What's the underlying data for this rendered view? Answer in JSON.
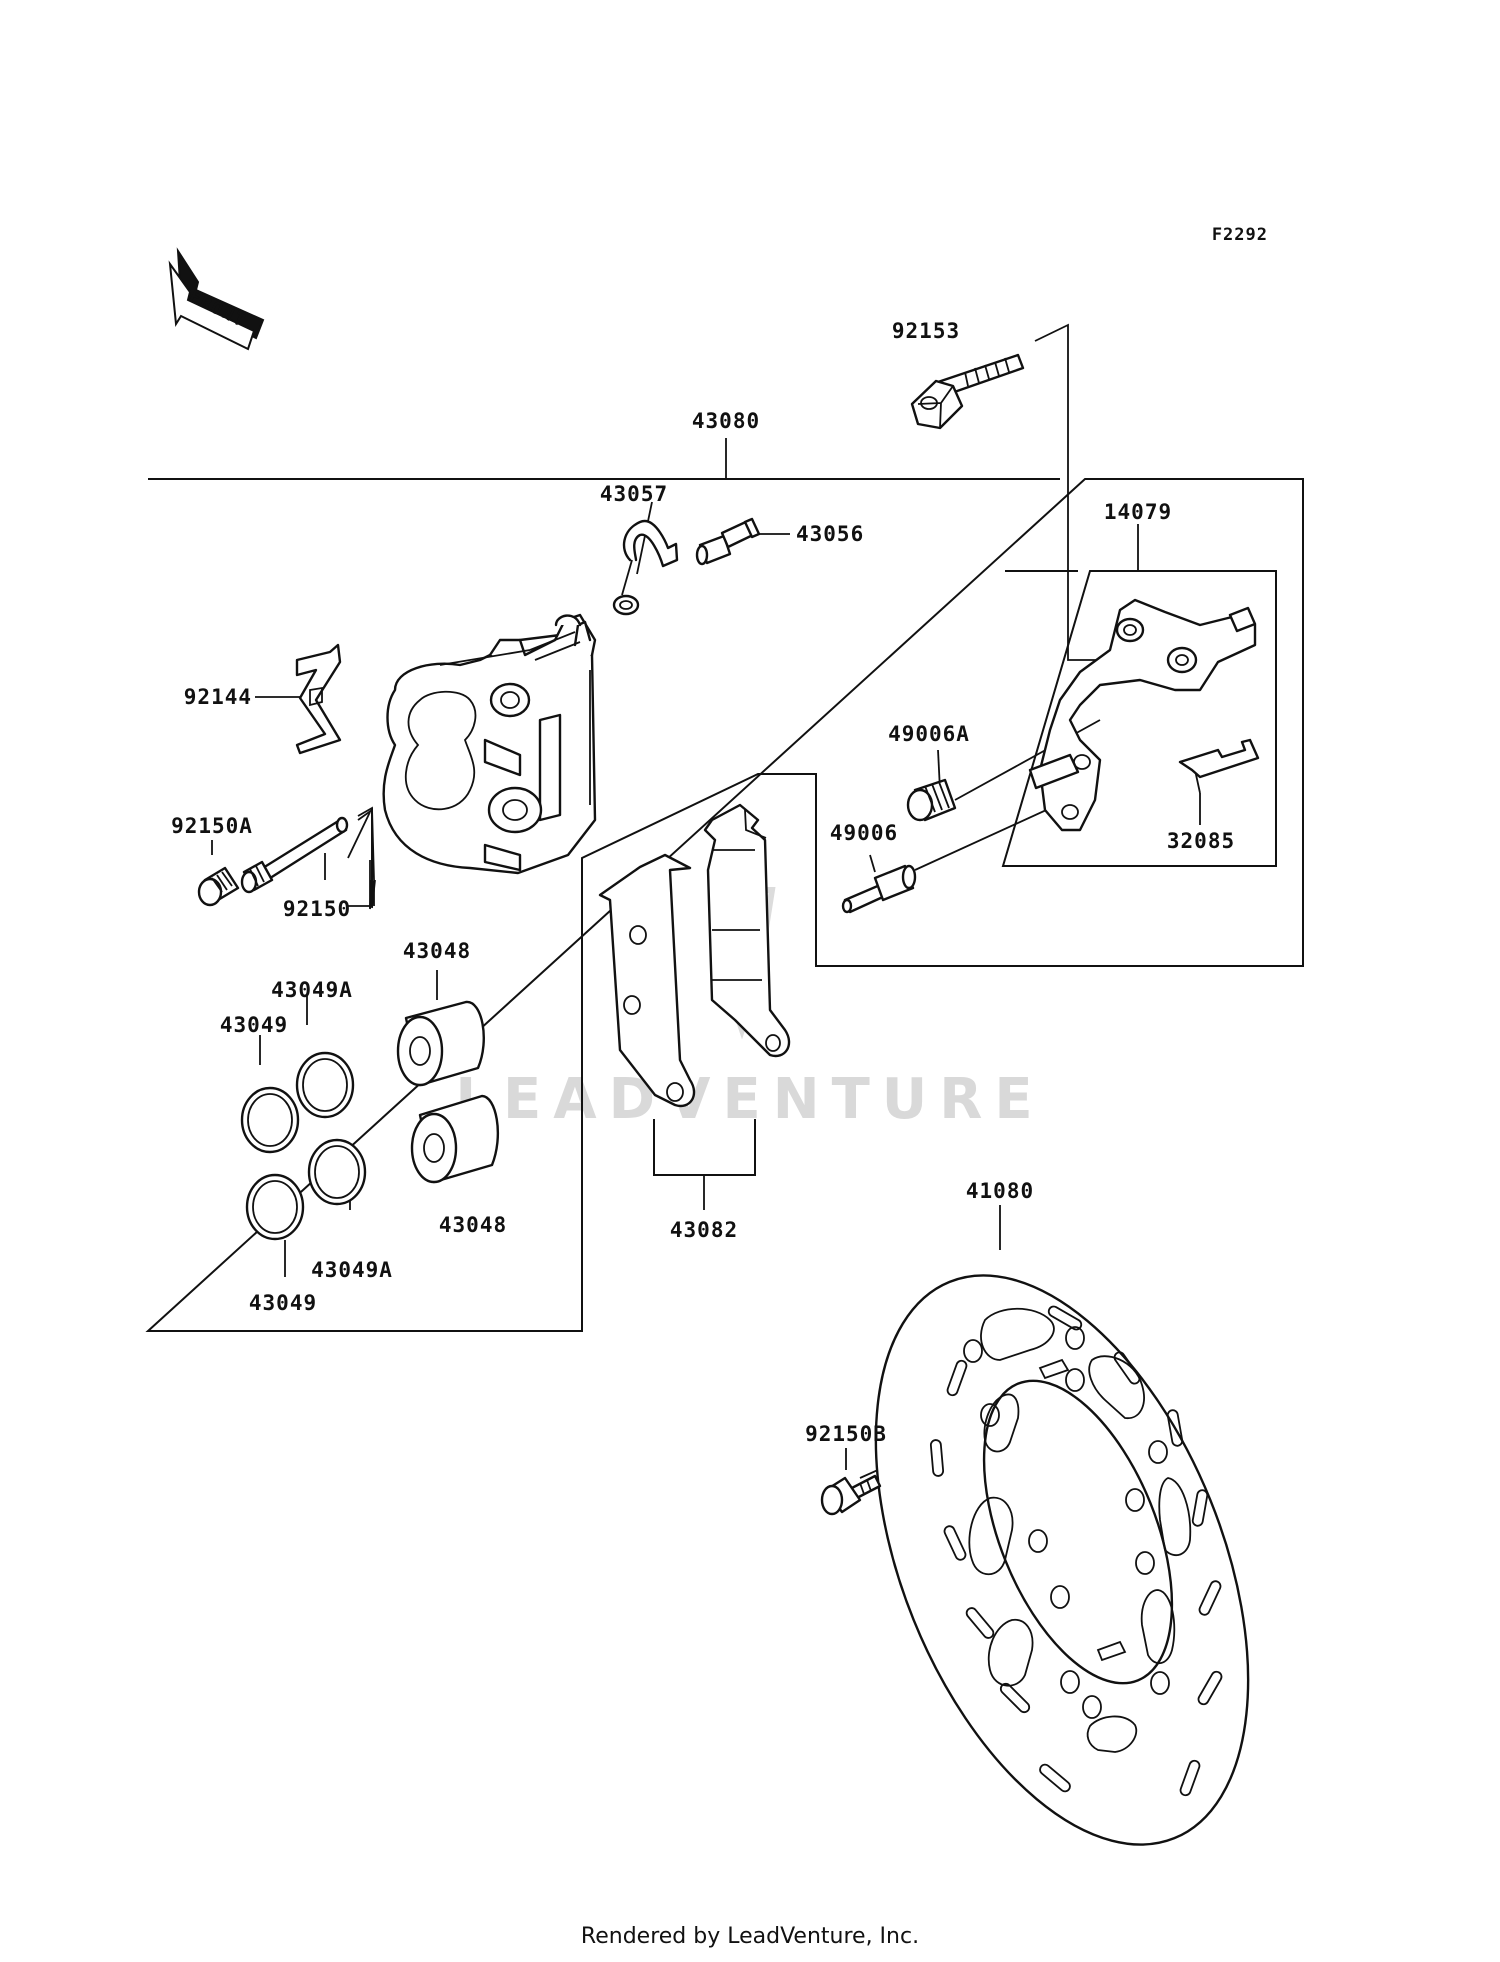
{
  "diagram": {
    "figure_code": "F2292",
    "front_label": "FRONT",
    "watermark": "LEADVENTURE",
    "labels": [
      {
        "id": "92153",
        "text": "92153"
      },
      {
        "id": "43080",
        "text": "43080"
      },
      {
        "id": "43057",
        "text": "43057"
      },
      {
        "id": "43056",
        "text": "43056"
      },
      {
        "id": "14079",
        "text": "14079"
      },
      {
        "id": "92144",
        "text": "92144"
      },
      {
        "id": "49006A",
        "text": "49006A"
      },
      {
        "id": "92150A",
        "text": "92150A"
      },
      {
        "id": "49006",
        "text": "49006"
      },
      {
        "id": "32085",
        "text": "32085"
      },
      {
        "id": "92150",
        "text": "92150"
      },
      {
        "id": "43048a",
        "text": "43048"
      },
      {
        "id": "43049Aa",
        "text": "43049A"
      },
      {
        "id": "43049a",
        "text": "43049"
      },
      {
        "id": "43048b",
        "text": "43048"
      },
      {
        "id": "43049Ab",
        "text": "43049A"
      },
      {
        "id": "43049b",
        "text": "43049"
      },
      {
        "id": "43082",
        "text": "43082"
      },
      {
        "id": "41080",
        "text": "41080"
      },
      {
        "id": "92150B",
        "text": "92150B"
      }
    ]
  },
  "footer": {
    "text": "Rendered by LeadVenture, Inc."
  }
}
